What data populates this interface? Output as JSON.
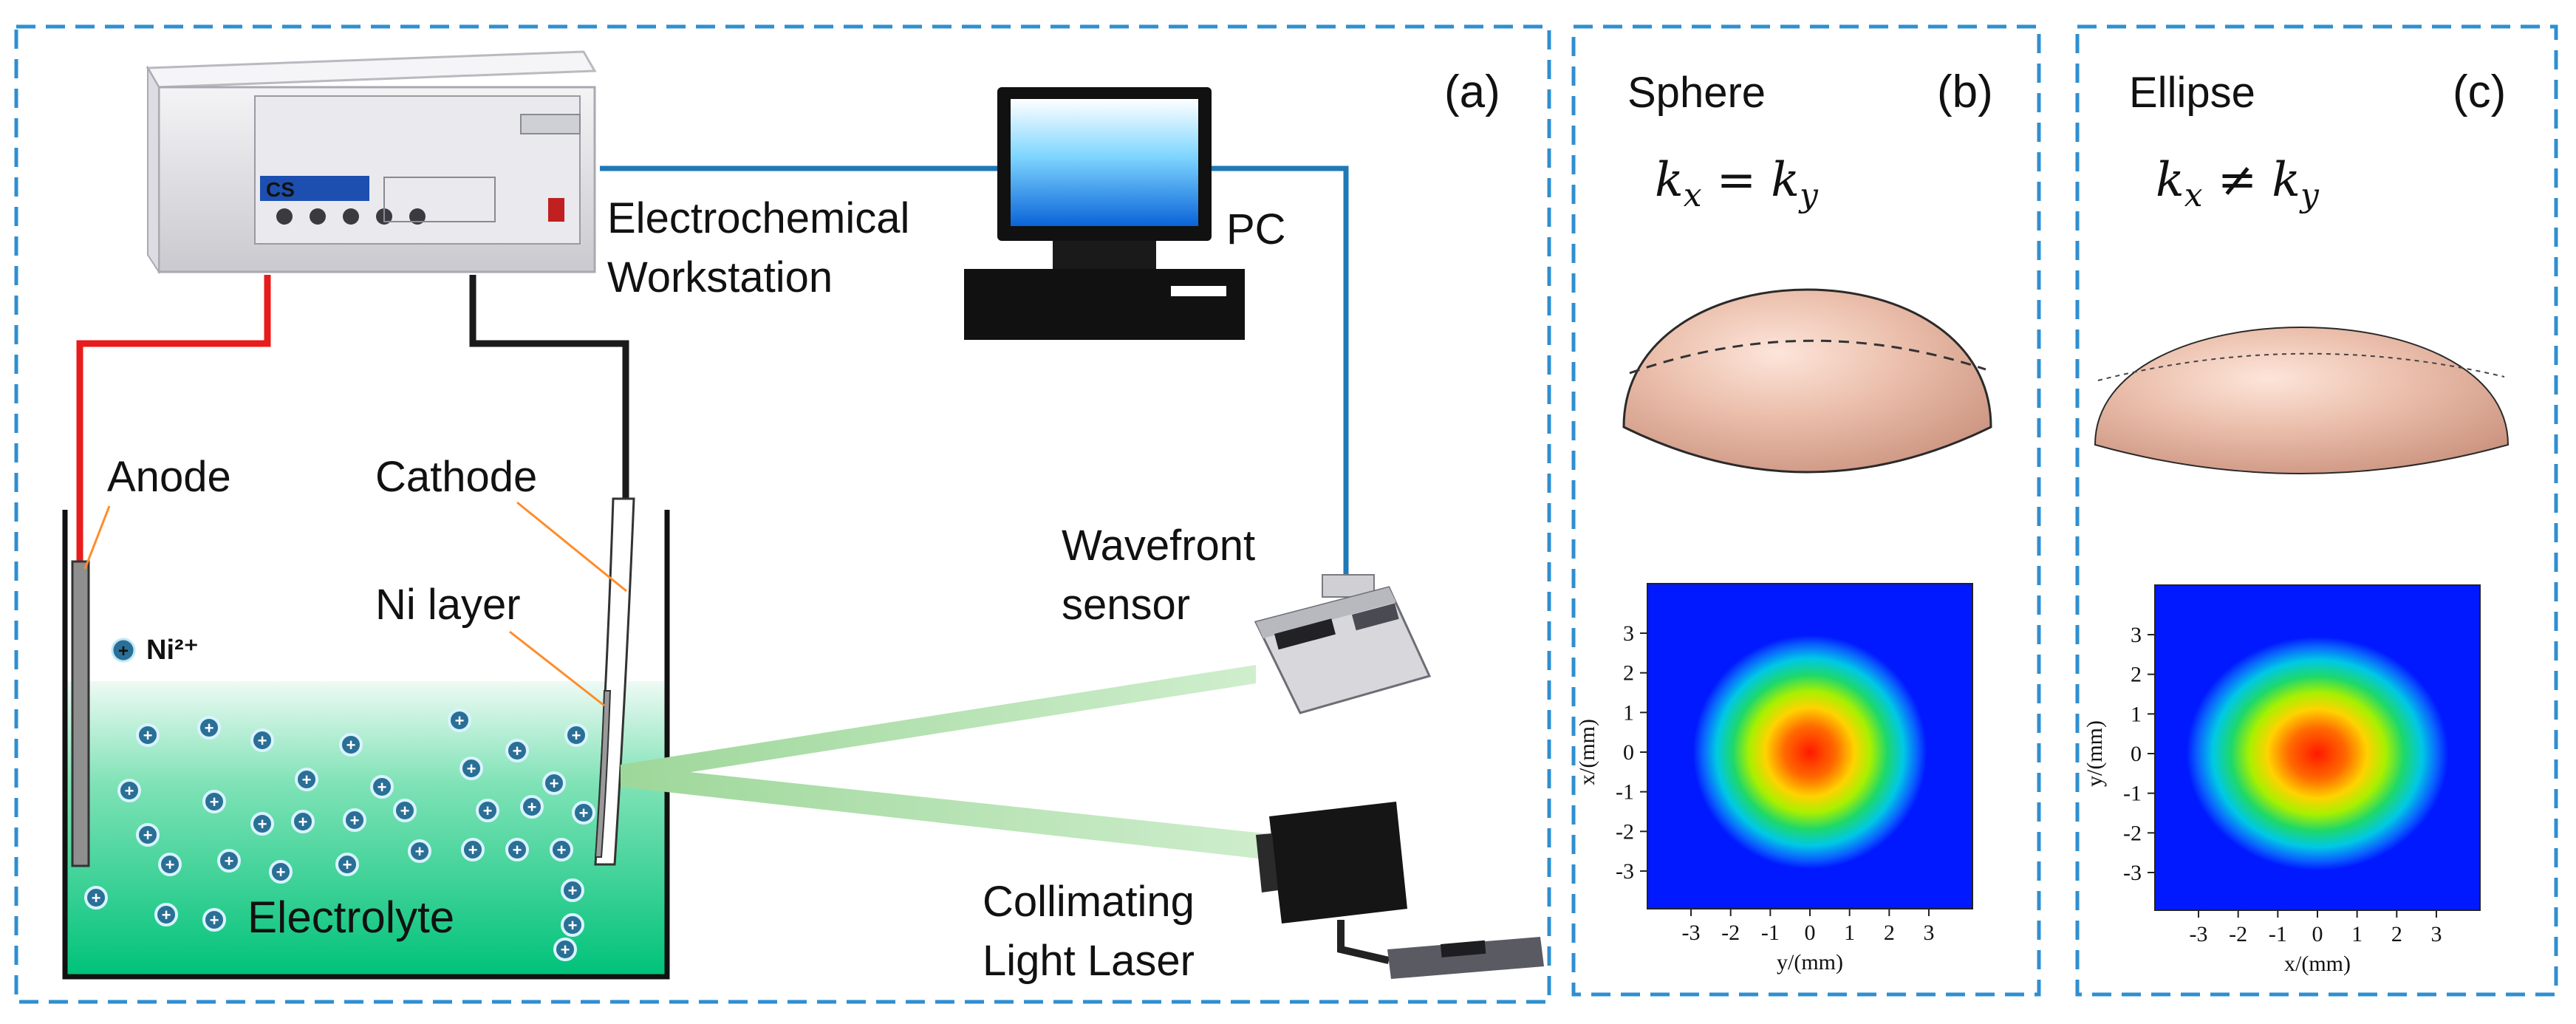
{
  "panels": {
    "a": {
      "tag": "(a)",
      "workstation_label": [
        "Electrochemical",
        "Workstation"
      ],
      "workstation_brand": "CS",
      "pc_label": "PC",
      "anode_label": "Anode",
      "cathode_label": "Cathode",
      "ni_layer_label": "Ni layer",
      "ion_label": "Ni²⁺",
      "electrolyte_label": "Electrolyte",
      "wavefront_label": [
        "Wavefront",
        "sensor"
      ],
      "laser_label": [
        "Collimating",
        "Light Laser"
      ]
    },
    "b": {
      "tag": "(b)",
      "shape_label": "Sphere",
      "equation": {
        "lhs": "k",
        "lhs_sub": "x",
        "op": "=",
        "rhs": "k",
        "rhs_sub": "y"
      },
      "map": {
        "xlabel": "y/(mm)",
        "ylabel": "x/(mm)",
        "ticks": [
          "-3",
          "-2",
          "-1",
          "0",
          "1",
          "2",
          "3"
        ],
        "aspect": 1.0
      }
    },
    "c": {
      "tag": "(c)",
      "shape_label": "Ellipse",
      "equation": {
        "lhs": "k",
        "lhs_sub": "x",
        "op": "≠",
        "rhs": "k",
        "rhs_sub": "y"
      },
      "map": {
        "xlabel": "x/(mm)",
        "ylabel": "y/(mm)",
        "ticks": [
          "-3",
          "-2",
          "-1",
          "0",
          "1",
          "2",
          "3"
        ],
        "aspect": 1.12
      }
    }
  },
  "colors": {
    "frame": "#2f8fd0",
    "cable_red": "#e81c1c",
    "cable_black": "#1a1a1a",
    "cable_blue": "#1f78b8",
    "beam": "#8fd08a",
    "electrolyte_top": "#e9f8f1",
    "electrolyte_bottom": "#00c87a",
    "ion": "#2a6f96",
    "dome": "#e8b9a6",
    "map_bg": "#0019ff"
  }
}
